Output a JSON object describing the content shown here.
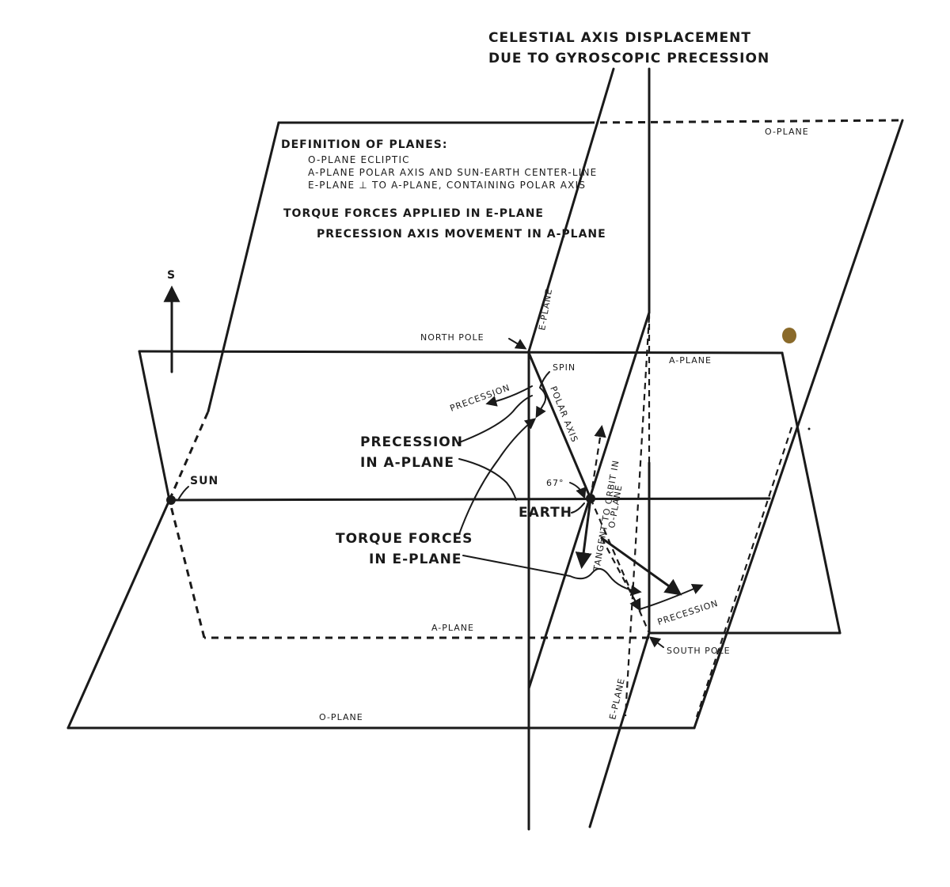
{
  "title": {
    "line1": "CELESTIAL AXIS DISPLACEMENT",
    "line2": "DUE TO GYROSCOPIC PRECESSION"
  },
  "definitions": {
    "heading": "DEFINITION OF PLANES:",
    "o_plane": "O-PLANE ECLIPTIC",
    "a_plane": "A-PLANE POLAR AXIS AND SUN-EARTH CENTER-LINE",
    "e_plane": "E-PLANE ⊥ TO A-PLANE, CONTAINING POLAR AXIS"
  },
  "statements": {
    "torque": "TORQUE FORCES APPLIED IN E-PLANE",
    "precession": "PRECESSION AXIS MOVEMENT IN A-PLANE"
  },
  "labels": {
    "o_plane_top": "O-PLANE",
    "o_plane_bottom": "O-PLANE",
    "a_plane_right": "A-PLANE",
    "a_plane_bottom": "A-PLANE",
    "e_plane_top": "E-PLANE",
    "e_plane_bottom": "E-PLANE",
    "s_axis": "S",
    "sun": "SUN",
    "north_pole": "NORTH POLE",
    "south_pole": "SOUTH POLE",
    "spin": "SPIN",
    "precession_top": "PRECESSION",
    "precession_bottom": "PRECESSION",
    "polar_axis": "POLAR AXIS",
    "tangent_line1": "TANGENT TO ORBIT IN",
    "tangent_line2": "O-PLANE",
    "angle": "67°",
    "earth": "EARTH",
    "precession_in_a_plane_1": "PRECESSION",
    "precession_in_a_plane_2": "IN A-PLANE",
    "torque_forces_1": "TORQUE FORCES",
    "torque_forces_2": "IN E-PLANE"
  },
  "colors": {
    "ink": "#1a1a1a",
    "paper": "#ffffff",
    "stain": "#8a6a2a"
  }
}
